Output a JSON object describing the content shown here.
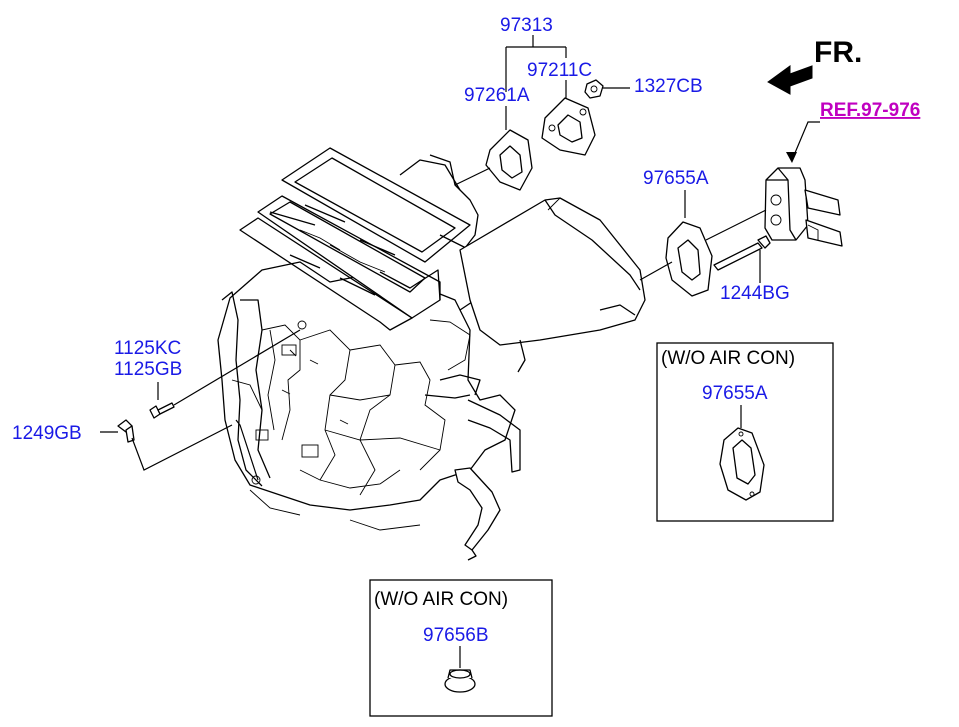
{
  "labels": {
    "p97313": "97313",
    "p97211c": "97211C",
    "p97261a": "97261A",
    "p1327cb": "1327CB",
    "p97655a": "97655A",
    "p1244bg": "1244BG",
    "p1125kc": "1125KC",
    "p1125gb": "1125GB",
    "p1249gb": "1249GB",
    "fr": "FR.",
    "ref": "REF.97-976"
  },
  "inset_right": {
    "title": "(W/O AIR CON)",
    "part": "97655A"
  },
  "inset_bottom": {
    "title": "(W/O AIR CON)",
    "part": "97656B"
  },
  "colors": {
    "part_number": "#1a1ae6",
    "reference": "#c000c0",
    "line": "#000000"
  }
}
